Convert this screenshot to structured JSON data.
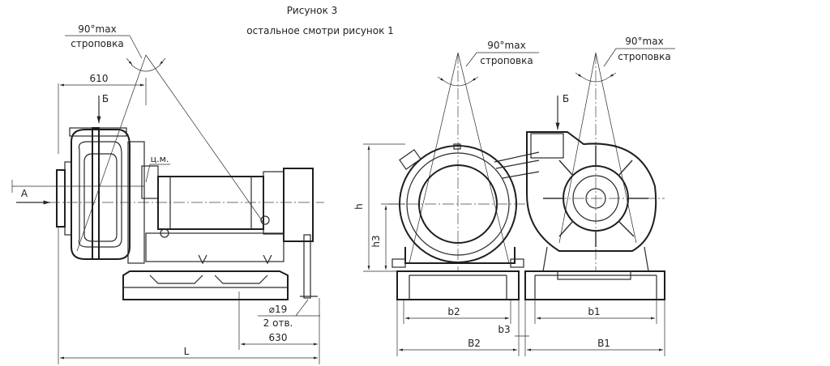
{
  "figure": {
    "title": "Рисунок 3",
    "subtitle": "остальное смотри рисунок 1"
  },
  "labels": {
    "sling_angle": "90°max",
    "sling": "строповка",
    "view_a": "А",
    "view_b": "Б",
    "center_mass": "ц.м.",
    "hole_dia": "⌀19",
    "holes_count": "2 отв."
  },
  "dimensions": {
    "d610": "610",
    "d630": "630",
    "L": "L",
    "h": "h",
    "h3": "h3",
    "b1": "b1",
    "b2": "b2",
    "b3": "b3",
    "B1": "B1",
    "B2": "B2"
  }
}
